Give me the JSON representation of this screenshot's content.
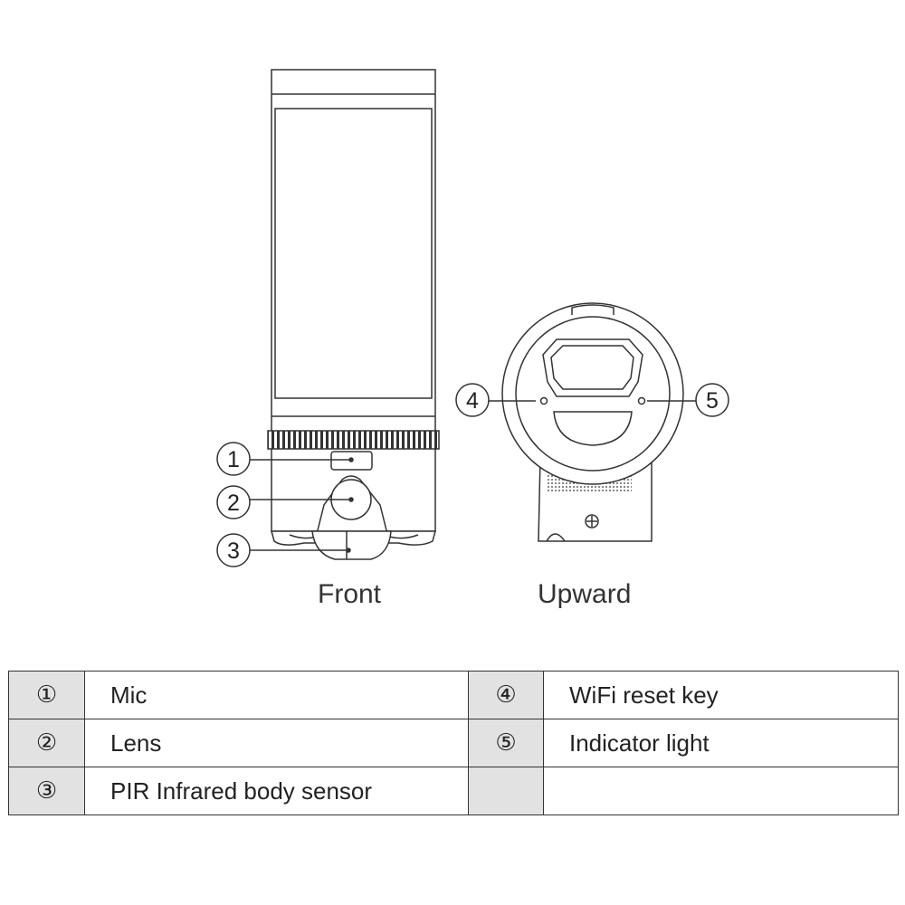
{
  "views": {
    "front": "Front",
    "upward": "Upward"
  },
  "callouts": [
    "1",
    "2",
    "3",
    "4",
    "5"
  ],
  "legend": [
    {
      "num": "①",
      "label": "Mic"
    },
    {
      "num": "②",
      "label": "Lens"
    },
    {
      "num": "③",
      "label": "PIR Infrared body sensor"
    },
    {
      "num": "④",
      "label": "WiFi reset key"
    },
    {
      "num": "⑤",
      "label": "Indicator light"
    }
  ]
}
